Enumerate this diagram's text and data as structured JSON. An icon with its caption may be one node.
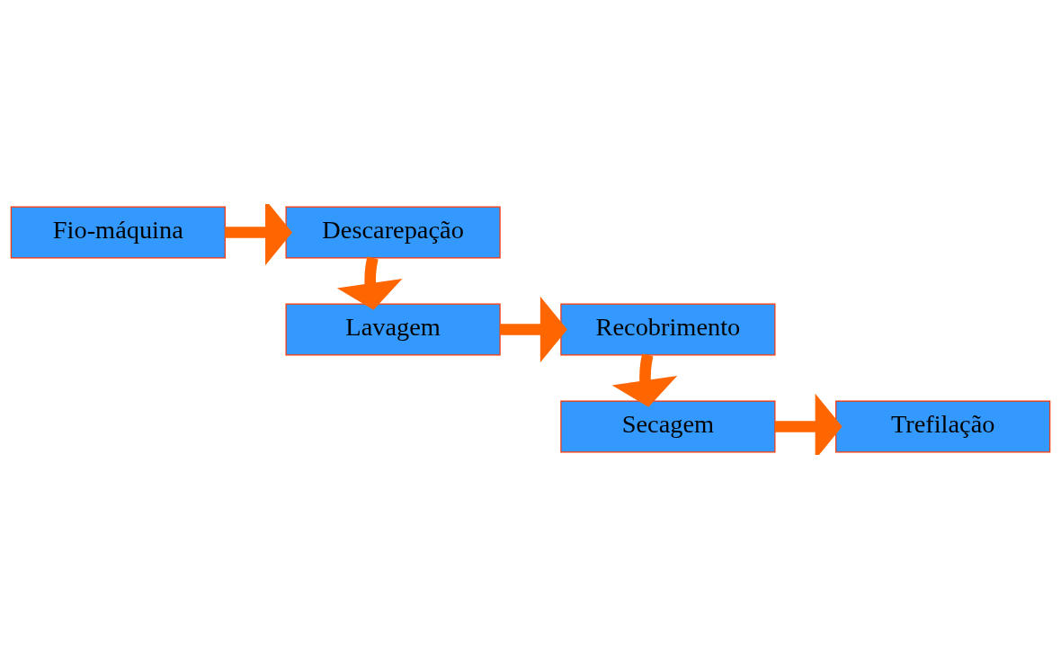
{
  "diagram": {
    "nodes": [
      {
        "text": [
          "Fio-máquina"
        ]
      },
      {
        "text": [
          "Descarepação"
        ]
      },
      {
        "text": [
          "Lavagem"
        ]
      },
      {
        "text": [
          "Recobrimento"
        ]
      },
      {
        "text": [
          "Secagem"
        ]
      },
      {
        "text": [
          "Trefilação"
        ]
      }
    ],
    "edges": [
      {
        "from": 0,
        "to": 1,
        "arrow": "to"
      },
      {
        "from": 1,
        "to": 2,
        "arrow": "to"
      },
      {
        "from": 2,
        "to": 3,
        "arrow": "to"
      },
      {
        "from": 3,
        "to": 4,
        "arrow": "to"
      },
      {
        "from": 4,
        "to": 5,
        "arrow": "to"
      }
    ]
  }
}
